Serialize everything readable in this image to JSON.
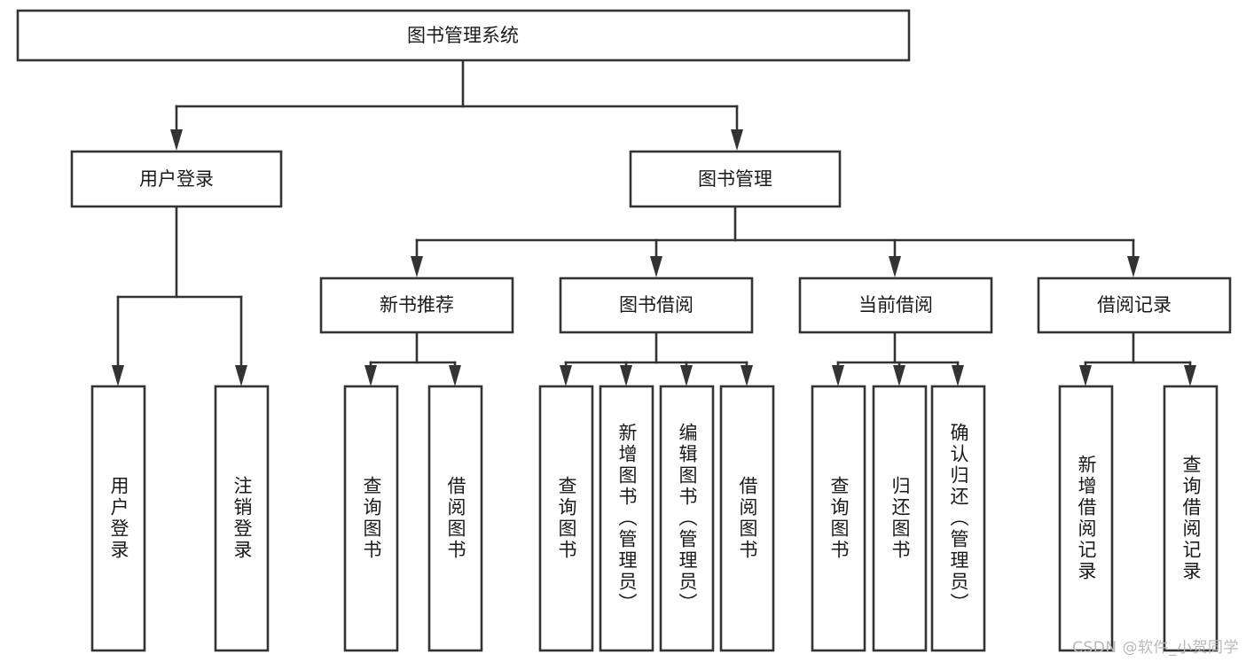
{
  "diagram": {
    "type": "hierarchy-tree",
    "title": "图书管理系统",
    "orientation": "top-down",
    "colors": {
      "box_stroke": "#333333",
      "box_fill": "#ffffff",
      "connector": "#333333",
      "text": "#1a1a1a",
      "watermark": "#b9b9b9",
      "background": "#ffffff"
    },
    "levels": [
      {
        "level": 1,
        "nodes": [
          {
            "id": "root",
            "label": "图书管理系统",
            "orientation": "horizontal"
          }
        ]
      },
      {
        "level": 2,
        "nodes": [
          {
            "id": "user-login",
            "label": "用户登录",
            "orientation": "horizontal",
            "parent": "root"
          },
          {
            "id": "book-manage",
            "label": "图书管理",
            "orientation": "horizontal",
            "parent": "root"
          }
        ]
      },
      {
        "level": 3,
        "nodes": [
          {
            "id": "new-book-rec",
            "label": "新书推荐",
            "orientation": "horizontal",
            "parent": "book-manage"
          },
          {
            "id": "book-borrow",
            "label": "图书借阅",
            "orientation": "horizontal",
            "parent": "book-manage"
          },
          {
            "id": "current-borrow",
            "label": "当前借阅",
            "orientation": "horizontal",
            "parent": "book-manage"
          },
          {
            "id": "borrow-record",
            "label": "借阅记录",
            "orientation": "horizontal",
            "parent": "book-manage"
          }
        ]
      },
      {
        "level": 4,
        "nodes": [
          {
            "id": "leaf-user-login",
            "label": "用户登录",
            "orientation": "vertical",
            "parent": "user-login"
          },
          {
            "id": "leaf-logout-login",
            "label": "注销登录",
            "orientation": "vertical",
            "parent": "user-login"
          },
          {
            "id": "leaf-query-book-1",
            "label": "查询图书",
            "orientation": "vertical",
            "parent": "new-book-rec"
          },
          {
            "id": "leaf-borrow-book-1",
            "label": "借阅图书",
            "orientation": "vertical",
            "parent": "new-book-rec"
          },
          {
            "id": "leaf-query-book-2",
            "label": "查询图书",
            "orientation": "vertical",
            "parent": "book-borrow"
          },
          {
            "id": "leaf-add-book-admin",
            "label": "新增图书（管理员）",
            "orientation": "vertical",
            "parent": "book-borrow"
          },
          {
            "id": "leaf-edit-book-admin",
            "label": "编辑图书（管理员）",
            "orientation": "vertical",
            "parent": "book-borrow"
          },
          {
            "id": "leaf-borrow-book-2",
            "label": "借阅图书",
            "orientation": "vertical",
            "parent": "book-borrow"
          },
          {
            "id": "leaf-query-book-3",
            "label": "查询图书",
            "orientation": "vertical",
            "parent": "current-borrow"
          },
          {
            "id": "leaf-return-book",
            "label": "归还图书",
            "orientation": "vertical",
            "parent": "current-borrow"
          },
          {
            "id": "leaf-confirm-return-admin",
            "label": "确认归还（管理员）",
            "orientation": "vertical",
            "parent": "current-borrow"
          },
          {
            "id": "leaf-add-borrow-record",
            "label": "新增借阅记录",
            "orientation": "vertical",
            "parent": "borrow-record"
          },
          {
            "id": "leaf-query-borrow-record",
            "label": "查询借阅记录",
            "orientation": "vertical",
            "parent": "borrow-record"
          }
        ]
      }
    ]
  },
  "watermark": {
    "text": "CSDN @软件_小贺同学"
  }
}
